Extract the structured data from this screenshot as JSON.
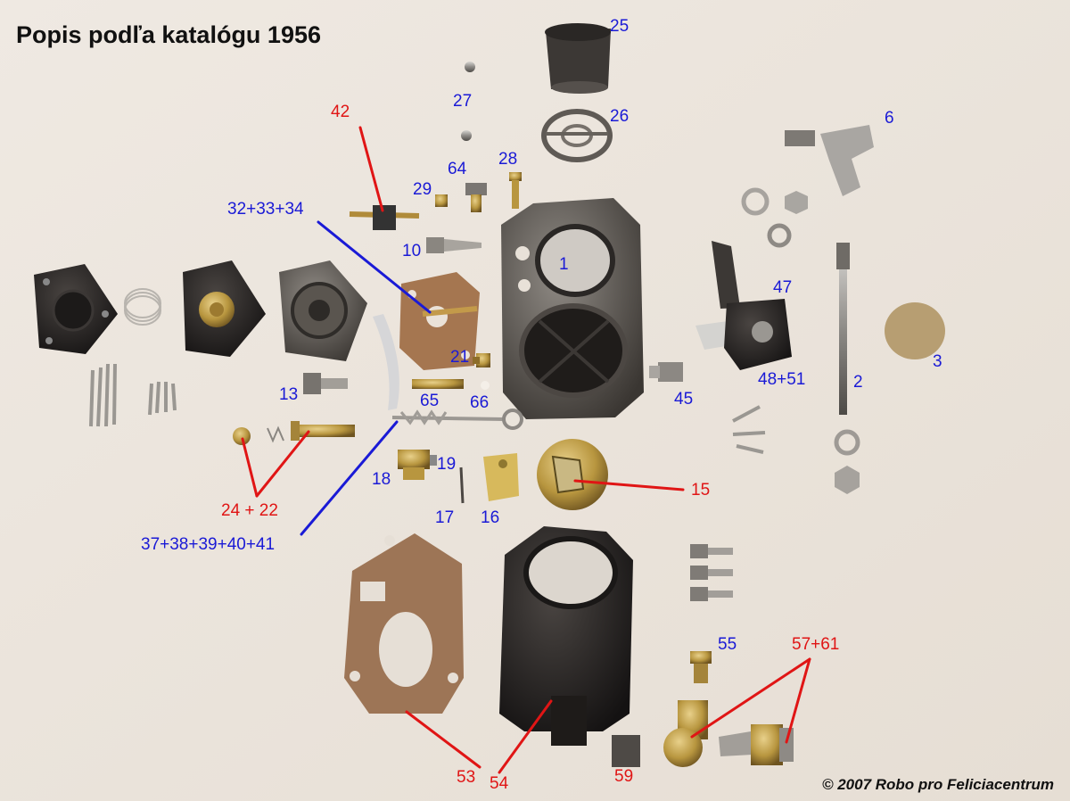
{
  "title": "Popis podľa katalógu 1956",
  "credit": "© 2007 Robo pro Feliciacentrum",
  "colors": {
    "blue_label": "#1a1ad6",
    "red_label": "#e01515",
    "background": "#ece6df"
  },
  "labels": {
    "p25": "25",
    "p27": "27",
    "p26": "26",
    "p42": "42",
    "p64": "64",
    "p28": "28",
    "p29": "29",
    "p6": "6",
    "p3234": "32+33+34",
    "p10": "10",
    "p1": "1",
    "p47": "47",
    "p21": "21",
    "p13": "13",
    "p65": "65",
    "p66": "66",
    "p45": "45",
    "p4851": "48+51",
    "p2": "2",
    "p3": "3",
    "p19": "19",
    "p18": "18",
    "p2422": "24 + 22",
    "p17": "17",
    "p16": "16",
    "p15": "15",
    "p3741": "37+38+39+40+41",
    "p55": "55",
    "p5761": "57+61",
    "p53": "53",
    "p54": "54",
    "p59": "59"
  }
}
